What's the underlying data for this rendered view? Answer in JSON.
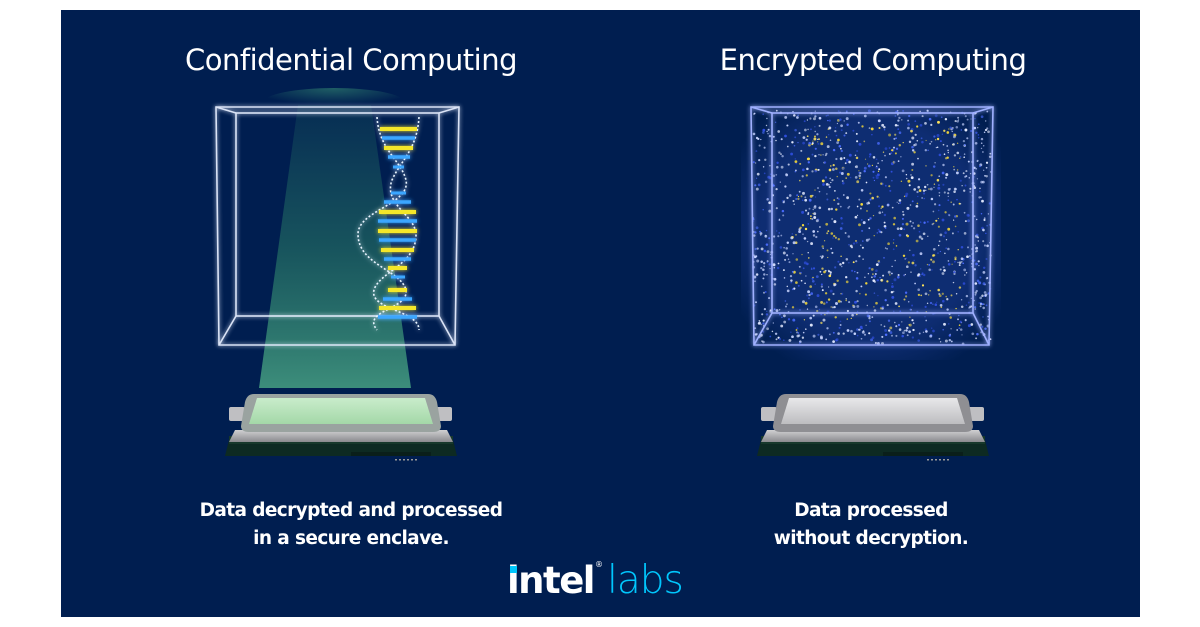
{
  "colors": {
    "background": "#001e50",
    "page": "#ffffff",
    "text": "#ffffff",
    "accent_cyan": "#00c7fd",
    "beam_green": "#2f8a6a",
    "dna_yellow": "#f4e62a",
    "dna_blue": "#3aa6ff",
    "cube_edge_white": "#e8f0ff",
    "cube_edge_blue": "#8fa0ff"
  },
  "left_panel": {
    "title": "Confidential Computing",
    "illustration": "dna-helix-in-glass-cube-over-glowing-cpu",
    "caption_line1": "Data decrypted and processed",
    "caption_line2": "in a secure enclave."
  },
  "right_panel": {
    "title": "Encrypted Computing",
    "illustration": "scattered-particles-in-glass-cube-over-cpu",
    "caption_line1": "Data processed",
    "caption_line2": "without decryption."
  },
  "logo": {
    "brand": "intel",
    "registered_mark": "®",
    "product": "labs"
  }
}
